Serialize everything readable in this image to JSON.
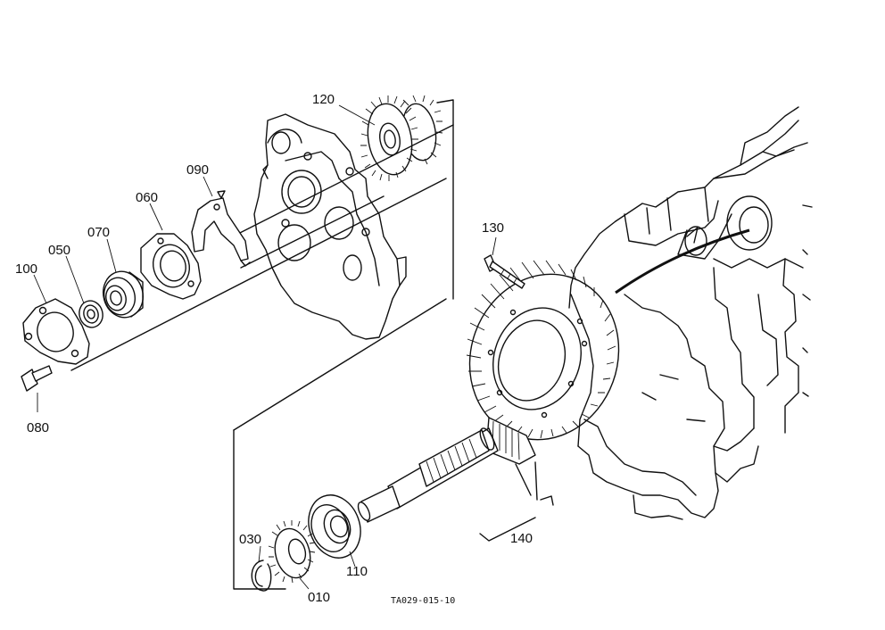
{
  "parts": [
    {
      "id": "p120",
      "number": "120"
    },
    {
      "id": "p090",
      "number": "090"
    },
    {
      "id": "p060",
      "number": "060"
    },
    {
      "id": "p070",
      "number": "070"
    },
    {
      "id": "p050",
      "number": "050"
    },
    {
      "id": "p100",
      "number": "100"
    },
    {
      "id": "p080",
      "number": "080"
    },
    {
      "id": "p130",
      "number": "130"
    },
    {
      "id": "p140",
      "number": "140"
    },
    {
      "id": "p030",
      "number": "030"
    },
    {
      "id": "p110",
      "number": "110"
    },
    {
      "id": "p010",
      "number": "010"
    }
  ],
  "figure_code": "TA029-015-10"
}
